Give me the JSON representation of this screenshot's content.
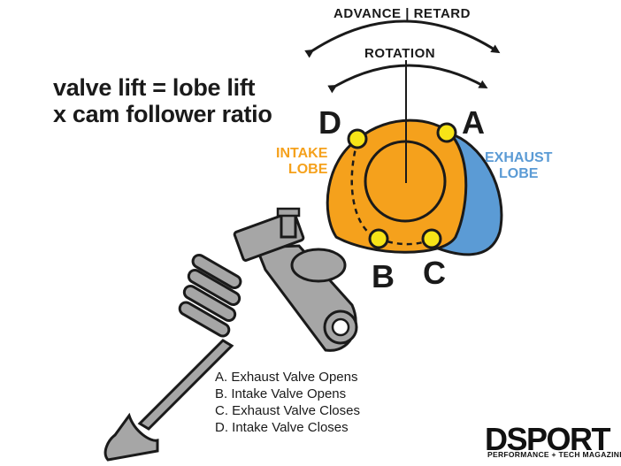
{
  "formula": {
    "line1": "valve lift = lobe lift",
    "line2": "x cam follower ratio"
  },
  "arrows": {
    "advance_retard": "ADVANCE | RETARD",
    "rotation": "ROTATION"
  },
  "points": {
    "a": "A",
    "b": "B",
    "c": "C",
    "d": "D"
  },
  "lobes": {
    "intake_line1": "INTAKE",
    "intake_line2": "LOBE",
    "exhaust_line1": "EXHAUST",
    "exhaust_line2": "LOBE"
  },
  "legend": [
    "A. Exhaust Valve Opens",
    "B. Intake Valve Opens",
    "C. Exhaust Valve Closes",
    "D. Intake Valve Closes"
  ],
  "logo": {
    "brand": "DSPORT",
    "tagline": "PERFORMANCE + TECH MAGAZINE"
  },
  "colors": {
    "intake": "#f5a11c",
    "exhaust": "#5b9bd5",
    "point": "#f7e417",
    "metal": "#a6a6a6",
    "outline": "#1a1a1a"
  }
}
